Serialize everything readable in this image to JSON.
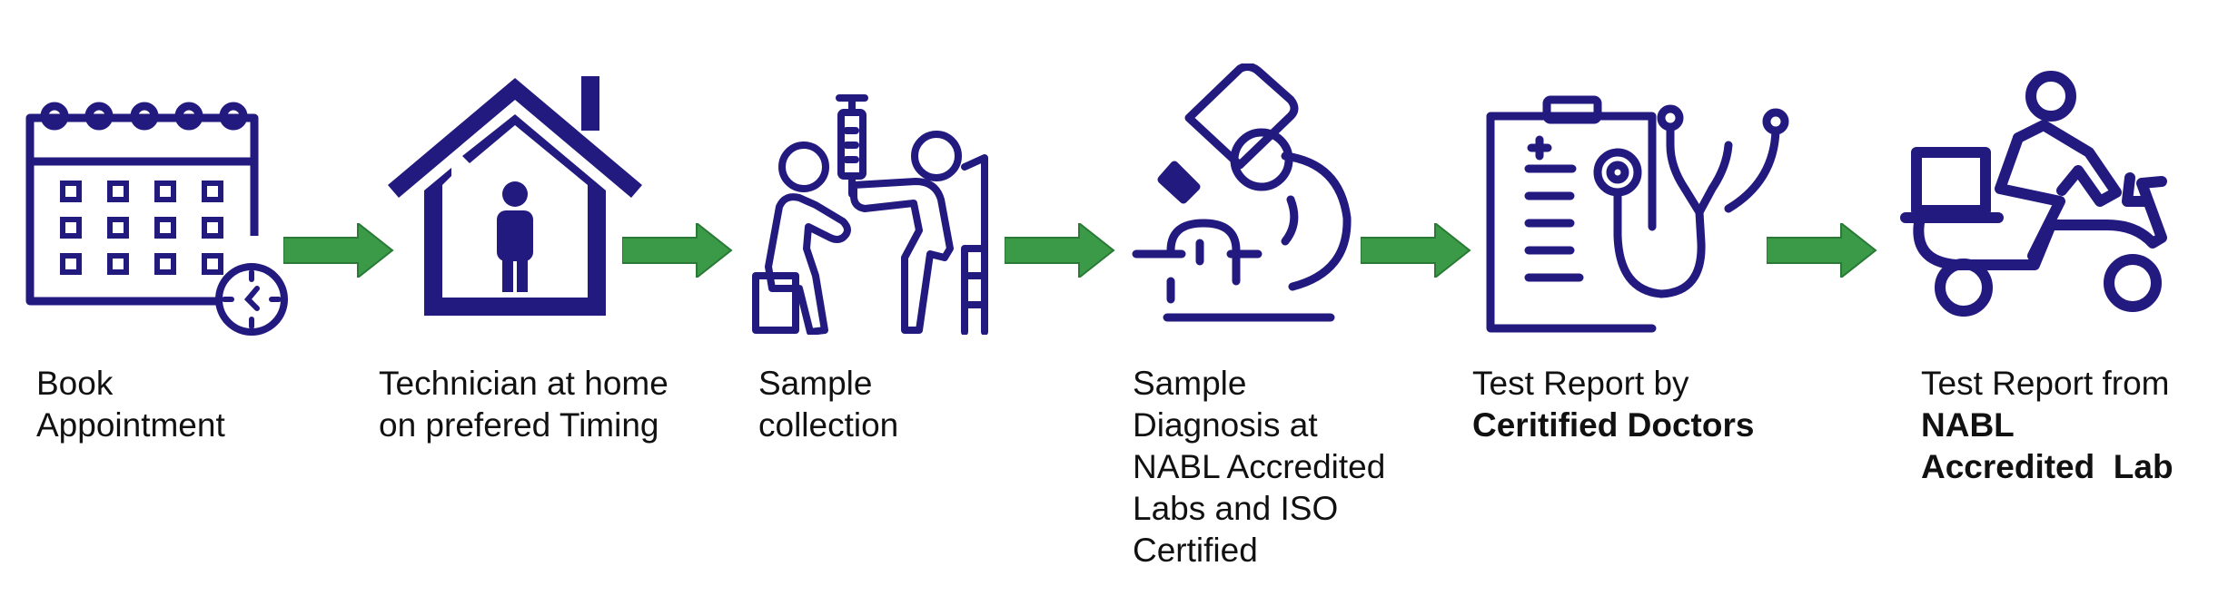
{
  "colors": {
    "icon": "#231a80",
    "arrow": "#3a9a48",
    "arrow_edge": "#2a7a36",
    "text": "#111111"
  },
  "steps": [
    {
      "icon": "calendar-clock-icon",
      "lines": [
        "Book",
        "Appointment"
      ]
    },
    {
      "icon": "house-person-icon",
      "lines": [
        "Technician at home",
        "on prefered Timing"
      ]
    },
    {
      "icon": "blood-sample-collection-icon",
      "lines": [
        "Sample",
        "collection"
      ]
    },
    {
      "icon": "microscope-icon",
      "lines": [
        "Sample",
        "Diagnosis at",
        "NABL Accredited",
        "Labs and ISO",
        "Certified"
      ]
    },
    {
      "icon": "clipboard-stethoscope-icon",
      "lines": [
        "Test Report by",
        "Ceritified Doctors"
      ]
    },
    {
      "icon": "delivery-scooter-icon",
      "lines": [
        "Test Report from",
        "NABL",
        "Accredited  Lab"
      ]
    }
  ]
}
